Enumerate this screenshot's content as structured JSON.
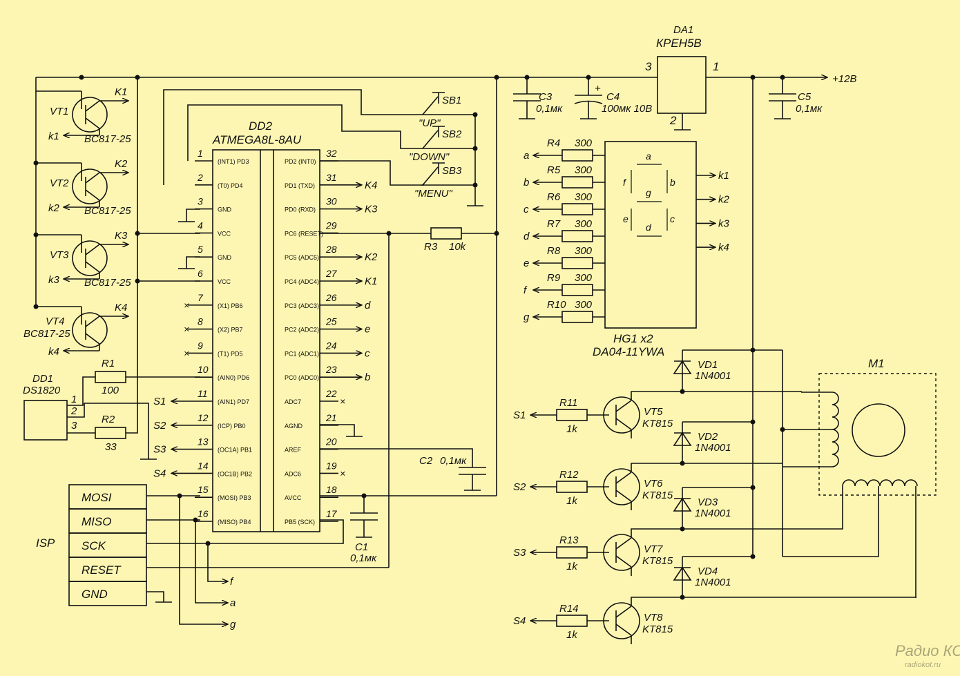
{
  "regulator": {
    "ref": "DA1",
    "part": "КРЕН5В",
    "pin_in": "3",
    "pin_out": "1",
    "pin_gnd": "2"
  },
  "supply": {
    "label": "+12В"
  },
  "caps": {
    "c3": {
      "ref": "C3",
      "value": "0,1мк"
    },
    "c4": {
      "ref": "C4",
      "value": "100мк 10В",
      "polarity": "+"
    },
    "c5": {
      "ref": "C5",
      "value": "0,1мк"
    },
    "c1": {
      "ref": "C1",
      "value": "0,1мк"
    },
    "c2": {
      "ref": "C2",
      "value": "0,1мк"
    }
  },
  "mcu": {
    "ref": "DD2",
    "part": "ATMEGA8L-8AU",
    "left_pins": [
      {
        "no": "1",
        "name": "(INT1) PD3"
      },
      {
        "no": "2",
        "name": "(T0) PD4"
      },
      {
        "no": "3",
        "name": "GND"
      },
      {
        "no": "4",
        "name": "VCC"
      },
      {
        "no": "5",
        "name": "GND"
      },
      {
        "no": "6",
        "name": "VCC"
      },
      {
        "no": "7",
        "name": "(X1) PB6"
      },
      {
        "no": "8",
        "name": "(X2) PB7"
      },
      {
        "no": "9",
        "name": "(T1) PD5"
      },
      {
        "no": "10",
        "name": "(AIN0) PD6"
      },
      {
        "no": "11",
        "name": "(AIN1) PD7"
      },
      {
        "no": "12",
        "name": "(ICP) PB0"
      },
      {
        "no": "13",
        "name": "(OC1A) PB1"
      },
      {
        "no": "14",
        "name": "(OC1B) PB2"
      },
      {
        "no": "15",
        "name": "(MOSI) PB3"
      },
      {
        "no": "16",
        "name": "(MISO) PB4"
      }
    ],
    "right_pins": [
      {
        "no": "32",
        "name": "PD2 (INT0)"
      },
      {
        "no": "31",
        "name": "PD1 (TXD)"
      },
      {
        "no": "30",
        "name": "PD0 (RXD)"
      },
      {
        "no": "29",
        "name": "PC6 (RESET)"
      },
      {
        "no": "28",
        "name": "PC5 (ADC5)"
      },
      {
        "no": "27",
        "name": "PC4 (ADC4)"
      },
      {
        "no": "26",
        "name": "PC3 (ADC3)"
      },
      {
        "no": "25",
        "name": "PC2 (ADC2)"
      },
      {
        "no": "24",
        "name": "PC1 (ADC1)"
      },
      {
        "no": "23",
        "name": "PC0 (ADC0)"
      },
      {
        "no": "22",
        "name": "ADC7"
      },
      {
        "no": "21",
        "name": "AGND"
      },
      {
        "no": "20",
        "name": "AREF"
      },
      {
        "no": "19",
        "name": "ADC6"
      },
      {
        "no": "18",
        "name": "AVCC"
      },
      {
        "no": "17",
        "name": "PB5 (SCK)"
      }
    ],
    "left_net": [
      "",
      "",
      "",
      "",
      "",
      "",
      "",
      "",
      "",
      "",
      "S1",
      "S2",
      "S3",
      "S4",
      "",
      ""
    ],
    "right_net": [
      "",
      "K4",
      "K3",
      "",
      "K2",
      "K1",
      "d",
      "e",
      "c",
      "b",
      "",
      "",
      "",
      "",
      "",
      ""
    ]
  },
  "switches": [
    {
      "ref": "SB1",
      "name": "\"UP\""
    },
    {
      "ref": "SB2",
      "name": "\"DOWN\""
    },
    {
      "ref": "SB3",
      "name": "\"MENU\""
    }
  ],
  "drivers": [
    {
      "ref": "VT1",
      "part": "BC817-25",
      "collector": "K1",
      "emitter": "k1"
    },
    {
      "ref": "VT2",
      "part": "BC817-25",
      "collector": "K2",
      "emitter": "k2"
    },
    {
      "ref": "VT3",
      "part": "BC817-25",
      "collector": "K3",
      "emitter": "k3"
    },
    {
      "ref": "VT4",
      "part": "BC817-25",
      "collector": "K4",
      "emitter": "k4"
    }
  ],
  "sensor": {
    "ref": "DD1",
    "part": "DS1820",
    "pins": [
      "1",
      "2",
      "3"
    ]
  },
  "r1": {
    "ref": "R1",
    "value": "100"
  },
  "r2": {
    "ref": "R2",
    "value": "33"
  },
  "r3": {
    "ref": "R3",
    "value": "10k"
  },
  "segment_resistors": [
    {
      "net": "a",
      "ref": "R4",
      "value": "300"
    },
    {
      "net": "b",
      "ref": "R5",
      "value": "300"
    },
    {
      "net": "c",
      "ref": "R6",
      "value": "300"
    },
    {
      "net": "d",
      "ref": "R7",
      "value": "300"
    },
    {
      "net": "e",
      "ref": "R8",
      "value": "300"
    },
    {
      "net": "f",
      "ref": "R9",
      "value": "300"
    },
    {
      "net": "g",
      "ref": "R10",
      "value": "300"
    }
  ],
  "display": {
    "ref": "HG1 x2",
    "part": "DA04-11YWA",
    "segments": [
      "a",
      "b",
      "c",
      "d",
      "e",
      "f",
      "g"
    ],
    "commons": [
      "k1",
      "k2",
      "k3",
      "k4"
    ]
  },
  "isp": {
    "label": "ISP",
    "rows": [
      "MOSI",
      "MISO",
      "SCK",
      "RESET",
      "GND"
    ],
    "out_nets": [
      "f",
      "a",
      "g"
    ]
  },
  "motor_stages": [
    {
      "net": "S1",
      "res_ref": "R11",
      "res_value": "1k",
      "tr_ref": "VT5",
      "tr_part": "KT815",
      "diode_ref": "VD1",
      "diode_part": "1N4001"
    },
    {
      "net": "S2",
      "res_ref": "R12",
      "res_value": "1k",
      "tr_ref": "VT6",
      "tr_part": "KT815",
      "diode_ref": "VD2",
      "diode_part": "1N4001"
    },
    {
      "net": "S3",
      "res_ref": "R13",
      "res_value": "1k",
      "tr_ref": "VT7",
      "tr_part": "KT815",
      "diode_ref": "VD3",
      "diode_part": "1N4001"
    },
    {
      "net": "S4",
      "res_ref": "R14",
      "res_value": "1k",
      "tr_ref": "VT8",
      "tr_part": "KT815",
      "diode_ref": "VD4",
      "diode_part": "1N4001"
    }
  ],
  "motor": {
    "ref": "M1"
  },
  "watermark": {
    "brand": "Радио КОТ",
    "site": "radiokot.ru"
  }
}
